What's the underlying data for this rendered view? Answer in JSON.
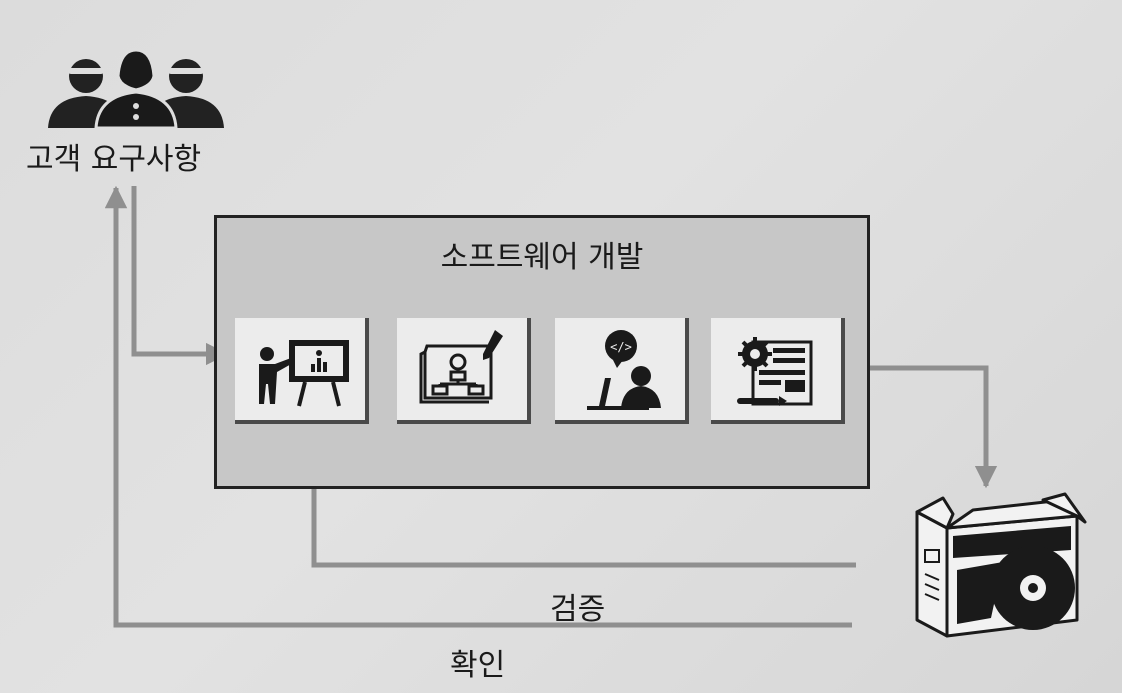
{
  "customer": {
    "label": "고객 요구사항",
    "icon": "customer-group-icon"
  },
  "development": {
    "title": "소프트웨어 개발",
    "phases": [
      {
        "icon": "presentation-analysis-icon"
      },
      {
        "icon": "blueprint-design-icon"
      },
      {
        "icon": "developer-coding-icon"
      },
      {
        "icon": "testing-document-gear-icon"
      }
    ]
  },
  "product": {
    "icon": "software-box-disc-icon"
  },
  "feedback": {
    "verification": "검증",
    "validation": "확인"
  },
  "colors": {
    "background": "#dedede",
    "box_fill": "#c7c7c7",
    "arrow": "#8f8f8f",
    "ink": "#1a1a1a"
  }
}
